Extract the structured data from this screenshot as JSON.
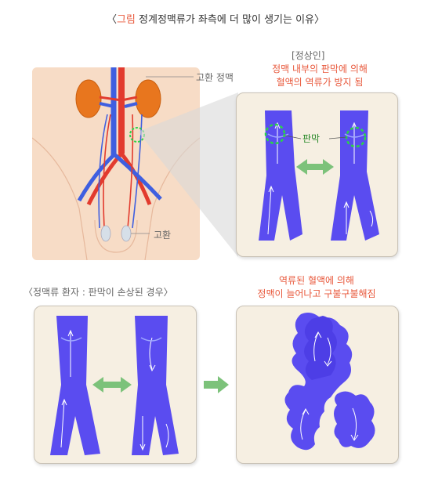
{
  "title": {
    "bracket_open": "〈",
    "accent": "그림",
    "rest": " 정계정맥류가 좌측에 더 많이 생기는 이유",
    "bracket_close": "〉"
  },
  "anatomy": {
    "label_testicular_vein": "고환 정맥",
    "label_testis": "고환"
  },
  "normal": {
    "heading": "[정상인]",
    "caption_line1": "정맥 내부의 판막에 의해",
    "caption_line2": "혈액의 역류가 방지 됨",
    "valve_label": "판막"
  },
  "patient": {
    "heading": "〈정맥류 환자 : 판막이 손상된 경우〉"
  },
  "result": {
    "caption_line1": "역류된 혈액에 의해",
    "caption_line2": "정맥이 늘어나고 구불구불해짐"
  },
  "colors": {
    "accent": "#e8573a",
    "vein_blue": "#5a4cf0",
    "artery_red": "#e23b2e",
    "arrow_green": "#7cc27a",
    "valve_green": "#2bd24a",
    "panel_bg": "#f6efe2",
    "skin": "#f7dcc6",
    "kidney": "#e8761e"
  }
}
